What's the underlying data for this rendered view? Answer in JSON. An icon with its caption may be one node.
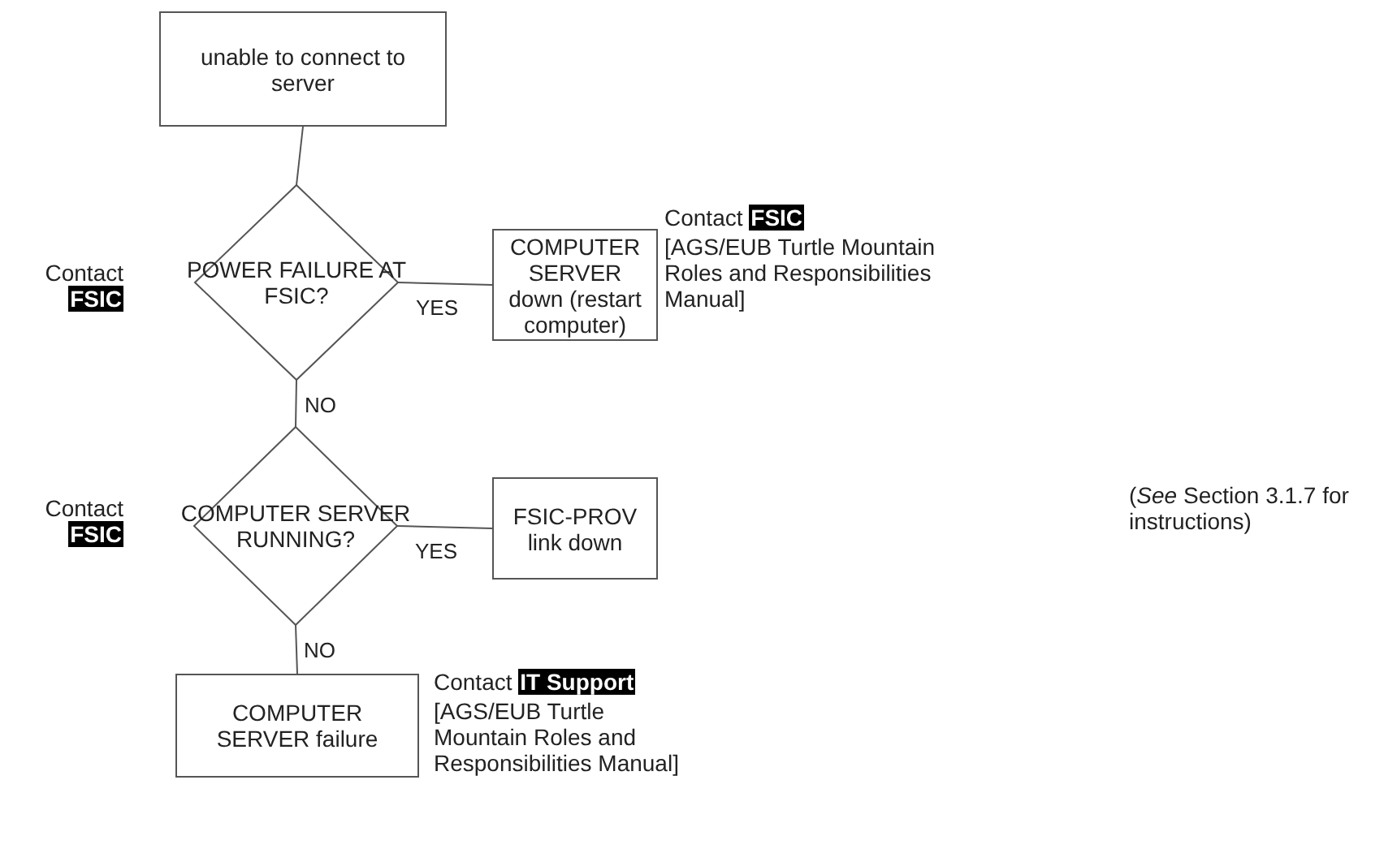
{
  "diagram": {
    "nodes": [
      {
        "text": [
          "unable to connect to server"
        ]
      },
      {
        "text": [
          "POWER FAILURE AT FSIC?"
        ],
        "beside": [
          "Contact **FSIC**"
        ]
      },
      {
        "text": [
          "COMPUTER SERVER down (restart computer)"
        ],
        "beside": [
          "Contact **FSIC**",
          "[AGS/EUB Turtle Mountain Roles and Responsibilities Manual]"
        ]
      },
      {
        "text": [
          "COMPUTER SERVER RUNNING?"
        ],
        "beside": [
          "Contact **FSIC**"
        ]
      },
      {
        "text": [
          "FSIC-PROV link down"
        ]
      },
      {
        "text": [
          "COMPUTER SERVER failure"
        ],
        "beside": [
          "Contact **IT Support**",
          "[AGS/EUB Turtle Mountain Roles and Responsibilities Manual]"
        ]
      }
    ],
    "edges": [
      {
        "from": 0,
        "to": 1,
        "arrow": "none"
      },
      {
        "from": 1,
        "to": 2,
        "label": "YES",
        "arrow": "none"
      },
      {
        "from": 1,
        "to": 3,
        "label": "NO",
        "arrow": "none"
      },
      {
        "from": 3,
        "to": 4,
        "label": "YES",
        "arrow": "none"
      },
      {
        "from": 3,
        "to": 5,
        "label": "NO",
        "arrow": "none"
      }
    ],
    "labels": [
      "(*See* Section 3.1.7 for instructions)"
    ]
  }
}
